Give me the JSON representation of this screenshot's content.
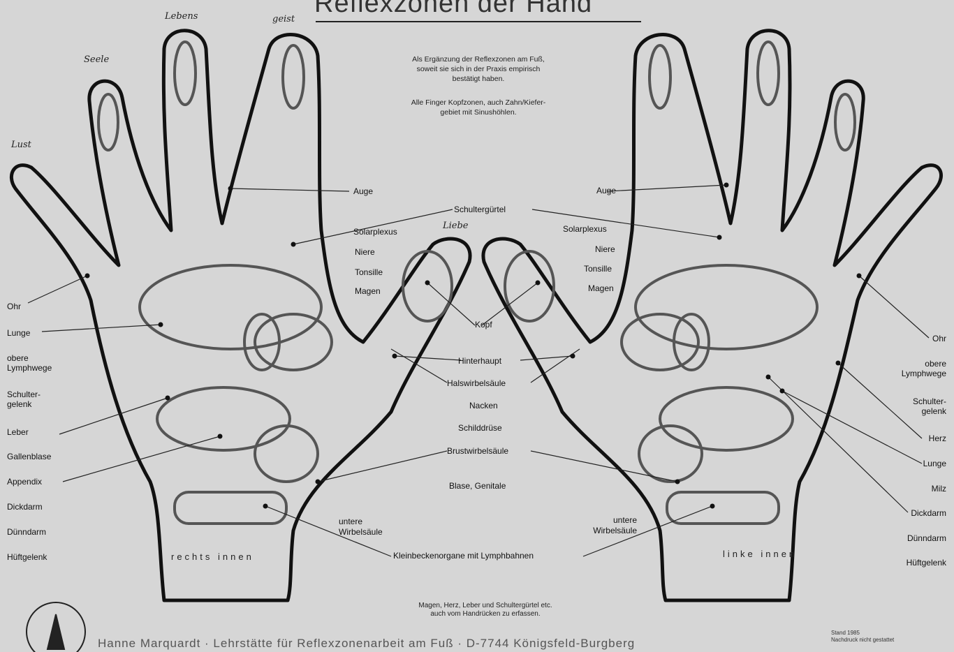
{
  "title": "Reflexzonen der Hand",
  "intro": {
    "line1": "Als Ergänzung der Reflexzonen am Fuß,",
    "line2": "soweit sie sich in der Praxis empirisch",
    "line3": "bestätigt haben.",
    "line4": "Alle Finger Kopfzonen, auch Zahn/Kiefer-",
    "line5": "gebiet mit Sinushöhlen."
  },
  "handwritten": {
    "seele": "Seele",
    "lebens": "Lebens",
    "geist": "geist",
    "lust": "Lust",
    "liebe": "Liebe"
  },
  "center_labels": {
    "schultergurtel": "Schultergürtel",
    "kopf": "Kopf",
    "hinterhaupt": "Hinterhaupt",
    "halswirbelsaule": "Halswirbelsäule",
    "nacken": "Nacken",
    "schilddruse": "Schilddrüse",
    "brustwirbelsaule": "Brustwirbelsäule",
    "blase": "Blase, Genitale",
    "kleinbecken": "Kleinbeckenorgane mit Lymphbahnen"
  },
  "right_hand": {
    "auge": "Auge",
    "solarplexus": "Solarplexus",
    "niere": "Niere",
    "tonsille": "Tonsille",
    "magen": "Magen",
    "ohr": "Ohr",
    "lunge": "Lunge",
    "obere1": "obere",
    "obere2": "Lymphwege",
    "schulter1": "Schulter-",
    "schulter2": "gelenk",
    "leber": "Leber",
    "gallenblase": "Gallenblase",
    "appendix": "Appendix",
    "dickdarm": "Dickdarm",
    "dunndarm": "Dünndarm",
    "huftgelenk": "Hüftgelenk",
    "untere1": "untere",
    "untere2": "Wirbelsäule",
    "caption": "rechts innen"
  },
  "left_hand": {
    "auge": "Auge",
    "solarplexus": "Solarplexus",
    "niere": "Niere",
    "tonsille": "Tonsille",
    "magen": "Magen",
    "ohr": "Ohr",
    "obere1": "obere",
    "obere2": "Lymphwege",
    "schulter1": "Schulter-",
    "schulter2": "gelenk",
    "herz": "Herz",
    "lunge": "Lunge",
    "milz": "Milz",
    "dickdarm": "Dickdarm",
    "dunndarm": "Dünndarm",
    "huftgelenk": "Hüftgelenk",
    "untere1": "untere",
    "untere2": "Wirbelsäule",
    "caption": "linke innen"
  },
  "bottom_note": {
    "line1": "Magen, Herz, Leber und Schultergürtel etc.",
    "line2": "auch vom Handrücken zu erfassen."
  },
  "footer": {
    "text": "Hanne Marquardt · Lehrstätte für Reflexzonenarbeit am Fuß · D-7744 Königsfeld-Burgberg",
    "stand1": "Stand 1985",
    "stand2": "Nachdruck nicht gestattet"
  },
  "colors": {
    "background": "#d6d6d6",
    "outline": "#111111",
    "zones": "#555555"
  }
}
